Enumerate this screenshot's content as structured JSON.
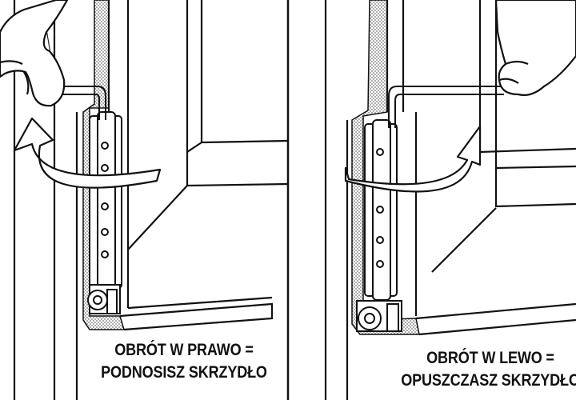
{
  "panels": [
    {
      "caption_line1": "OBRÓT W PRAWO =",
      "caption_line2": "PODNOSISZ SKRZYDŁO"
    },
    {
      "caption_line1": "OBRÓT W LEWO =",
      "caption_line2": "OPUSZCZASZ SKRZYDŁO"
    }
  ],
  "colors": {
    "ink": "#111111",
    "paper": "#ffffff",
    "seal": "#8a8a8a"
  },
  "icons": [
    "hand",
    "allen-key",
    "clockwise-arrow",
    "counterclockwise-arrow",
    "door-hinge"
  ]
}
